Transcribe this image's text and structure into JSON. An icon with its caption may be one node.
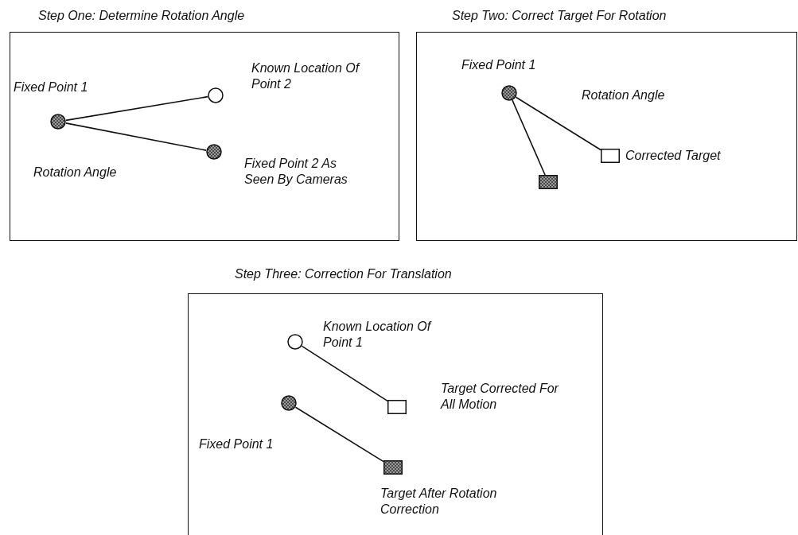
{
  "diagram": {
    "nodes": [
      {
        "text": [
          "Step One: Determine Rotation Angle"
        ]
      },
      {
        "text": [],
        "shape": "dot",
        "in": 0,
        "beside": [
          "Fixed Point 1"
        ]
      },
      {
        "text": [],
        "shape": "circle",
        "in": 0,
        "beside": [
          "Known Location Of Point 2"
        ]
      },
      {
        "text": [],
        "shape": "dot",
        "in": 0,
        "beside": [
          "Fixed Point 2 As Seen By Cameras"
        ]
      },
      {
        "text": [
          "Step Two: Correct Target For Rotation"
        ]
      },
      {
        "text": [],
        "shape": "dot",
        "in": 4,
        "beside": [
          "Fixed Point 1"
        ]
      },
      {
        "text": [],
        "shape": "box",
        "in": 4,
        "beside": [
          "Corrected Target"
        ]
      },
      {
        "text": [],
        "shape": "block",
        "in": 4
      },
      {
        "text": [
          "Step Three: Correction For Translation"
        ]
      },
      {
        "text": [],
        "shape": "circle",
        "in": 8,
        "beside": [
          "Known Location Of Point 1"
        ]
      },
      {
        "text": [],
        "shape": "box",
        "in": 8,
        "beside": [
          "Target Corrected For All Motion"
        ]
      },
      {
        "text": [],
        "shape": "dot",
        "in": 8,
        "beside": [
          "Fixed Point 1"
        ]
      },
      {
        "text": [],
        "shape": "block",
        "in": 8,
        "beside": [
          "Target After Rotation Correction"
        ]
      }
    ],
    "edges": [
      {
        "from": 1,
        "to": 2,
        "arrow": "none"
      },
      {
        "from": 1,
        "to": 3,
        "arrow": "none"
      },
      {
        "from": 5,
        "to": 6,
        "arrow": "none"
      },
      {
        "from": 5,
        "to": 7,
        "arrow": "none"
      },
      {
        "from": 9,
        "to": 10,
        "arrow": "none"
      },
      {
        "from": 11,
        "to": 12,
        "arrow": "none"
      }
    ],
    "labels": [
      "Rotation Angle",
      "Rotation Angle"
    ]
  }
}
